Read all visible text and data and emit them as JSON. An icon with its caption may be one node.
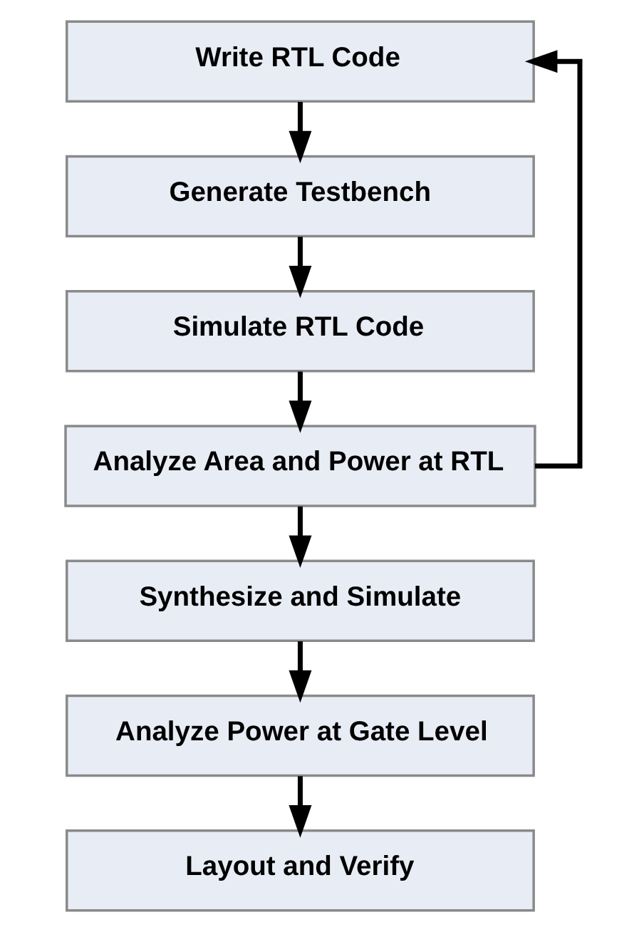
{
  "diagram": {
    "nodes": [
      {
        "text": [
          "Write RTL Code"
        ]
      },
      {
        "text": [
          "Generate Testbench"
        ]
      },
      {
        "text": [
          "Simulate RTL Code"
        ]
      },
      {
        "text": [
          "Analyze Area and Power at RTL"
        ]
      },
      {
        "text": [
          "Synthesize and Simulate"
        ]
      },
      {
        "text": [
          "Analyze Power at Gate Level"
        ]
      },
      {
        "text": [
          "Layout and Verify"
        ]
      }
    ],
    "edges": [
      {
        "from": 0,
        "to": 1,
        "arrow": "to"
      },
      {
        "from": 1,
        "to": 2,
        "arrow": "to"
      },
      {
        "from": 2,
        "to": 3,
        "arrow": "to"
      },
      {
        "from": 3,
        "to": 4,
        "arrow": "to"
      },
      {
        "from": 3,
        "to": 0,
        "arrow": "to"
      },
      {
        "from": 4,
        "to": 5,
        "arrow": "to"
      },
      {
        "from": 5,
        "to": 6,
        "arrow": "to"
      }
    ]
  }
}
